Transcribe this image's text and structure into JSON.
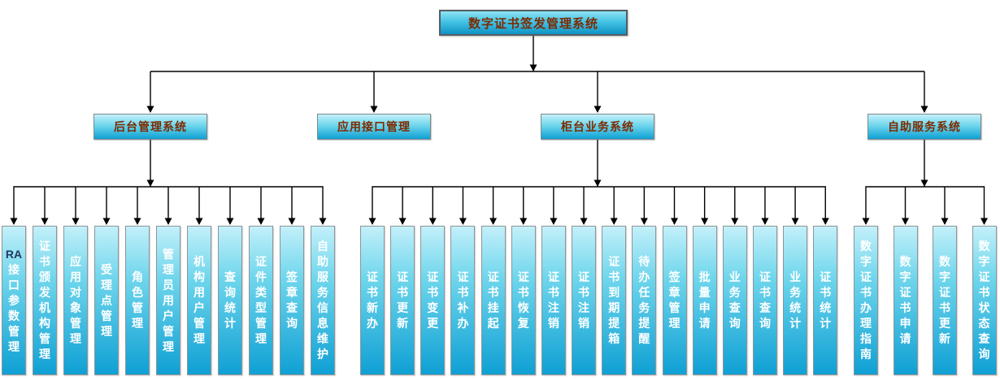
{
  "diagram": {
    "root": {
      "label": "数字证书签发管理系统"
    },
    "groups": [
      {
        "label": "后台管理系统",
        "children": [
          "RA接口参数管理",
          "证书颁发机构管理",
          "应用对象管理",
          "受理点管理",
          "角色管理",
          "管理员用户管理",
          "机构用户管理",
          "查询统计",
          "证件类型管理",
          "签章查询",
          "自助服务信息维护"
        ]
      },
      {
        "label": "应用接口管理",
        "children": []
      },
      {
        "label": "柜台业务系统",
        "children": [
          "证书新办",
          "证书更新",
          "证书变更",
          "证书补办",
          "证书挂起",
          "证书恢复",
          "证书注销",
          "证书注销",
          "证书到期提箱",
          "待办任务提醒",
          "签章管理",
          "批量申请",
          "业务查询",
          "证书查询",
          "业务统计",
          "证书统计"
        ]
      },
      {
        "label": "自助服务系统",
        "children": [
          "数字证书办理指南",
          "数字证书申请",
          "数字证书更新",
          "数字证书状态查询"
        ]
      }
    ],
    "colors": {
      "node_gradient_top": "#c3f0fa",
      "node_gradient_mid": "#6fd6ec",
      "node_gradient_bottom": "#0fa0d4",
      "root_gradient_top": "#8ee3f4",
      "root_gradient_bottom": "#0f93c5",
      "header_text": "#7d2a00",
      "leaf_text": "#ffffff",
      "latin_text": "#223a5e",
      "border": "#8d9598",
      "connector": "#000000"
    }
  }
}
